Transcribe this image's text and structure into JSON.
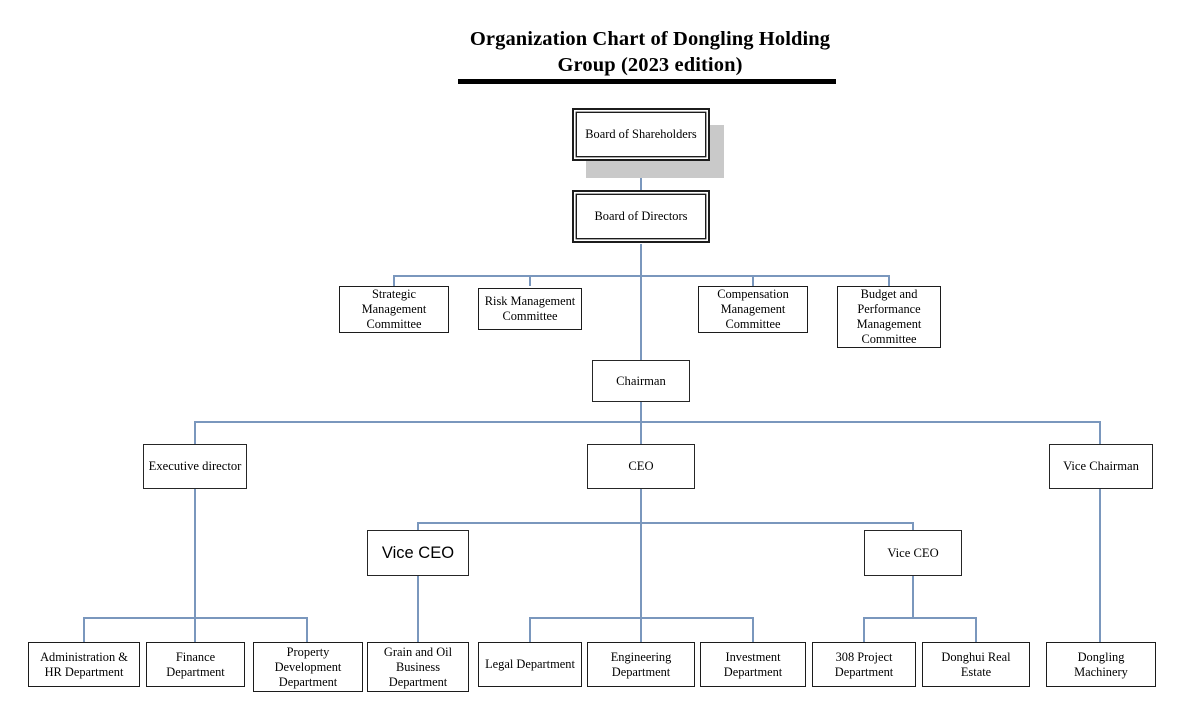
{
  "title": {
    "line1": "Organization Chart of Dongling Holding",
    "line2": "Group (2023 edition)",
    "full": "Organization Chart of Dongling Holding Group (2023 edition)"
  },
  "colors": {
    "connector": "#7a97bd",
    "box_border": "#1c1c1c",
    "shadow": "#c9c9c9",
    "text": "#000000",
    "background": "#ffffff"
  },
  "chart_data": {
    "type": "diagram",
    "diagram_kind": "organization-chart",
    "title": "Organization Chart of Dongling Holding Group (2023 edition)",
    "levels": [
      {
        "level": 1,
        "nodes": [
          "Board of Shareholders"
        ]
      },
      {
        "level": 2,
        "nodes": [
          "Board of Directors"
        ]
      },
      {
        "level": 3,
        "nodes": [
          "Strategic Management Committee",
          "Risk Management Committee",
          "Compensation Management Committee",
          "Budget and Performance Management Committee"
        ]
      },
      {
        "level": 4,
        "nodes": [
          "Chairman"
        ]
      },
      {
        "level": 5,
        "nodes": [
          "Executive director",
          "CEO",
          "Vice Chairman"
        ]
      },
      {
        "level": 6,
        "nodes": [
          "Vice CEO",
          "Vice CEO"
        ]
      },
      {
        "level": 7,
        "nodes": [
          "Administration & HR Department",
          "Finance Department",
          "Property Development Department",
          "Grain and Oil Business Department",
          "Legal Department",
          "Engineering Department",
          "Investment Department",
          "308 Project Department",
          "Donghui Real Estate",
          "Dongling Machinery"
        ]
      }
    ],
    "edges": [
      {
        "from": "Board of Shareholders",
        "to": "Board of Directors"
      },
      {
        "from": "Board of Directors",
        "to": "Strategic Management Committee"
      },
      {
        "from": "Board of Directors",
        "to": "Risk Management Committee"
      },
      {
        "from": "Board of Directors",
        "to": "Compensation Management Committee"
      },
      {
        "from": "Board of Directors",
        "to": "Budget and Performance Management Committee"
      },
      {
        "from": "Board of Directors",
        "to": "Chairman"
      },
      {
        "from": "Chairman",
        "to": "Executive director"
      },
      {
        "from": "Chairman",
        "to": "CEO"
      },
      {
        "from": "Chairman",
        "to": "Vice Chairman"
      },
      {
        "from": "Executive director",
        "to": "Administration & HR Department"
      },
      {
        "from": "Executive director",
        "to": "Finance Department"
      },
      {
        "from": "Executive director",
        "to": "Property Development Department"
      },
      {
        "from": "CEO",
        "to": "Vice CEO (left)"
      },
      {
        "from": "CEO",
        "to": "Vice CEO (right)"
      },
      {
        "from": "CEO",
        "to": "Legal Department"
      },
      {
        "from": "CEO",
        "to": "Engineering Department"
      },
      {
        "from": "CEO",
        "to": "Investment Department"
      },
      {
        "from": "Vice CEO (left)",
        "to": "Grain and Oil Business Department"
      },
      {
        "from": "Vice CEO (right)",
        "to": "308 Project Department"
      },
      {
        "from": "Vice CEO (right)",
        "to": "Donghui Real Estate"
      },
      {
        "from": "Vice Chairman",
        "to": "Dongling Machinery"
      }
    ]
  },
  "nodes": {
    "shareholders": "Board of Shareholders",
    "directors": "Board of Directors",
    "committee_strategic": "Strategic Management Committee",
    "committee_risk": "Risk Management Committee",
    "committee_compensation": "Compensation Management Committee",
    "committee_budget": "Budget and Performance Management Committee",
    "chairman": "Chairman",
    "executive_director": "Executive director",
    "ceo": "CEO",
    "vice_chairman": "Vice Chairman",
    "vice_ceo_left": "Vice CEO",
    "vice_ceo_right": "Vice CEO",
    "dept_admin_hr": "Administration & HR Department",
    "dept_finance": "Finance Department",
    "dept_property": "Property Development Department",
    "dept_grain_oil": "Grain and Oil Business Department",
    "dept_legal": "Legal Department",
    "dept_engineering": "Engineering Department",
    "dept_investment": "Investment Department",
    "dept_308_project": "308 Project Department",
    "dept_donghui": "Donghui Real Estate",
    "dept_machinery": "Dongling Machinery"
  }
}
